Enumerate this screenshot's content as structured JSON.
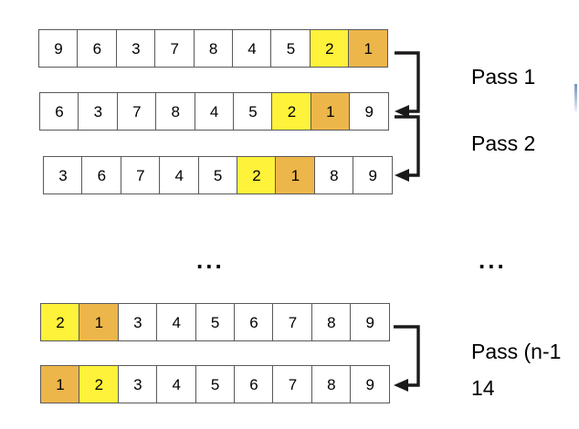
{
  "slide": {
    "number": "14",
    "background_color": "#ffffff",
    "cell_border_color": "#595959",
    "highlight_yellow": "#FFF23A",
    "highlight_orange": "#EDB64A",
    "connector_color": "#1A1A1A"
  },
  "rows": [
    {
      "id": "row-1",
      "values": [
        "9",
        "6",
        "3",
        "7",
        "8",
        "4",
        "5",
        "2",
        "1"
      ],
      "highlights": [
        "none",
        "none",
        "none",
        "none",
        "none",
        "none",
        "none",
        "yellow",
        "orange"
      ]
    },
    {
      "id": "row-2",
      "values": [
        "6",
        "3",
        "7",
        "8",
        "4",
        "5",
        "2",
        "1",
        "9"
      ],
      "highlights": [
        "none",
        "none",
        "none",
        "none",
        "none",
        "none",
        "yellow",
        "orange",
        "none"
      ]
    },
    {
      "id": "row-3",
      "values": [
        "3",
        "6",
        "7",
        "4",
        "5",
        "2",
        "1",
        "8",
        "9"
      ],
      "highlights": [
        "none",
        "none",
        "none",
        "none",
        "none",
        "yellow",
        "orange",
        "none",
        "none"
      ]
    },
    {
      "id": "row-4",
      "values": [
        "2",
        "1",
        "3",
        "4",
        "5",
        "6",
        "7",
        "8",
        "9"
      ],
      "highlights": [
        "yellow",
        "orange",
        "none",
        "none",
        "none",
        "none",
        "none",
        "none",
        "none"
      ]
    },
    {
      "id": "row-5",
      "values": [
        "1",
        "2",
        "3",
        "4",
        "5",
        "6",
        "7",
        "8",
        "9"
      ],
      "highlights": [
        "orange",
        "yellow",
        "none",
        "none",
        "none",
        "none",
        "none",
        "none",
        "none"
      ]
    }
  ],
  "labels": {
    "pass_1": "Pass 1",
    "pass_2": "Pass 2",
    "pass_n_minus_1": "Pass (n-1",
    "ellipsis_center": "...",
    "ellipsis_right": "..."
  }
}
